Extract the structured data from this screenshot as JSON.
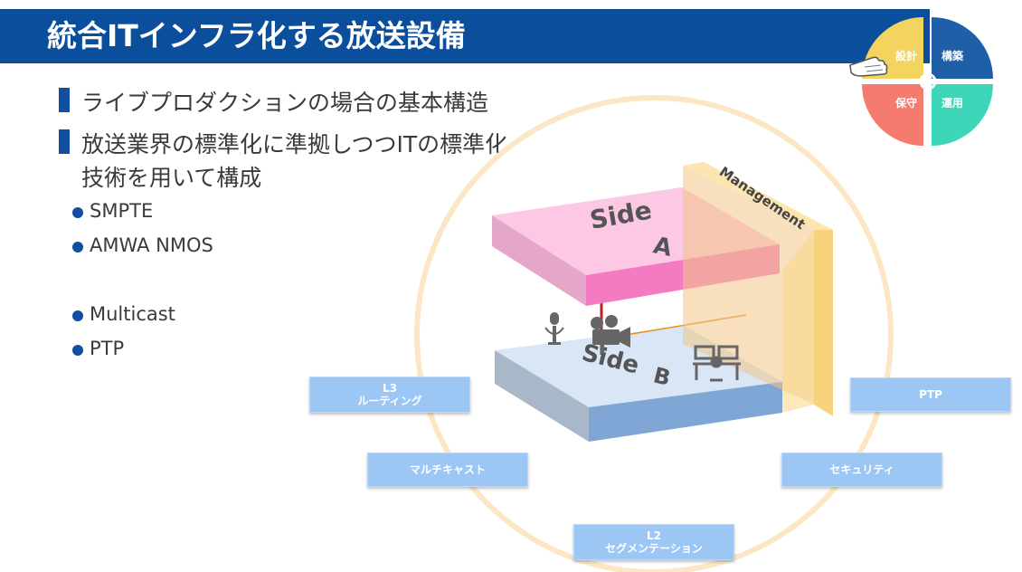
{
  "header": {
    "title": "統合ITインフラ化する放送設備"
  },
  "phases": {
    "design": "設計",
    "build": "構築",
    "maintain": "保守",
    "operate": "運用"
  },
  "main": {
    "heading1": "ライブプロダクションの場合の基本構造",
    "heading2_line1": "放送業界の標準化に準拠しつつITの標準化",
    "heading2_line2": "技術を用いて構成",
    "standards": [
      "SMPTE",
      "AMWA NMOS",
      "Multicast",
      "PTP"
    ]
  },
  "diagram": {
    "side_a": "Side",
    "side_a_letter": "A",
    "side_b": "Side",
    "side_b_letter": "B",
    "management": "Management"
  },
  "tags": {
    "l3_line1": "L3",
    "l3_line2": "ルーティング",
    "ptp": "PTP",
    "multicast": "マルチキャスト",
    "security": "セキュリティ",
    "l2_line1": "L2",
    "l2_line2": "セグメンテーション"
  },
  "colors": {
    "title_bar": "#0b4f9c",
    "design": "#f5d35f",
    "build": "#1f5fa8",
    "maintain": "#f47b6d",
    "operate": "#3ed6b8",
    "pill": "#9cc7f5"
  }
}
